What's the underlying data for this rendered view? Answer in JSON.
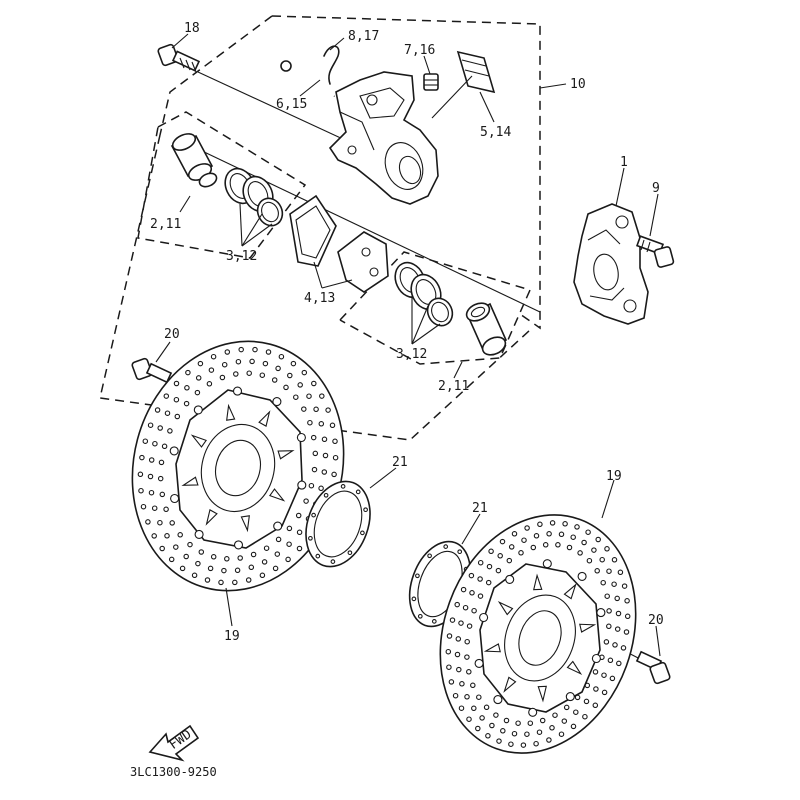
{
  "callouts": {
    "c18": "18",
    "c8_17": "8,17",
    "c7_16": "7,16",
    "c10": "10",
    "c6_15": "6,15",
    "c5_14": "5,14",
    "c2_11_upper": "2,11",
    "c3_12_upper": "3,12",
    "c1": "1",
    "c9": "9",
    "c4_13": "4,13",
    "c3_12_lower": "3,12",
    "c2_11_lower": "2,11",
    "c20_upper": "20",
    "c21_left": "21",
    "c19_upper": "19",
    "c21_right": "21",
    "c20_lower": "20",
    "c19_left": "19"
  },
  "fwd_marker": "FWD",
  "diagram_code": "3LC1300-9250"
}
